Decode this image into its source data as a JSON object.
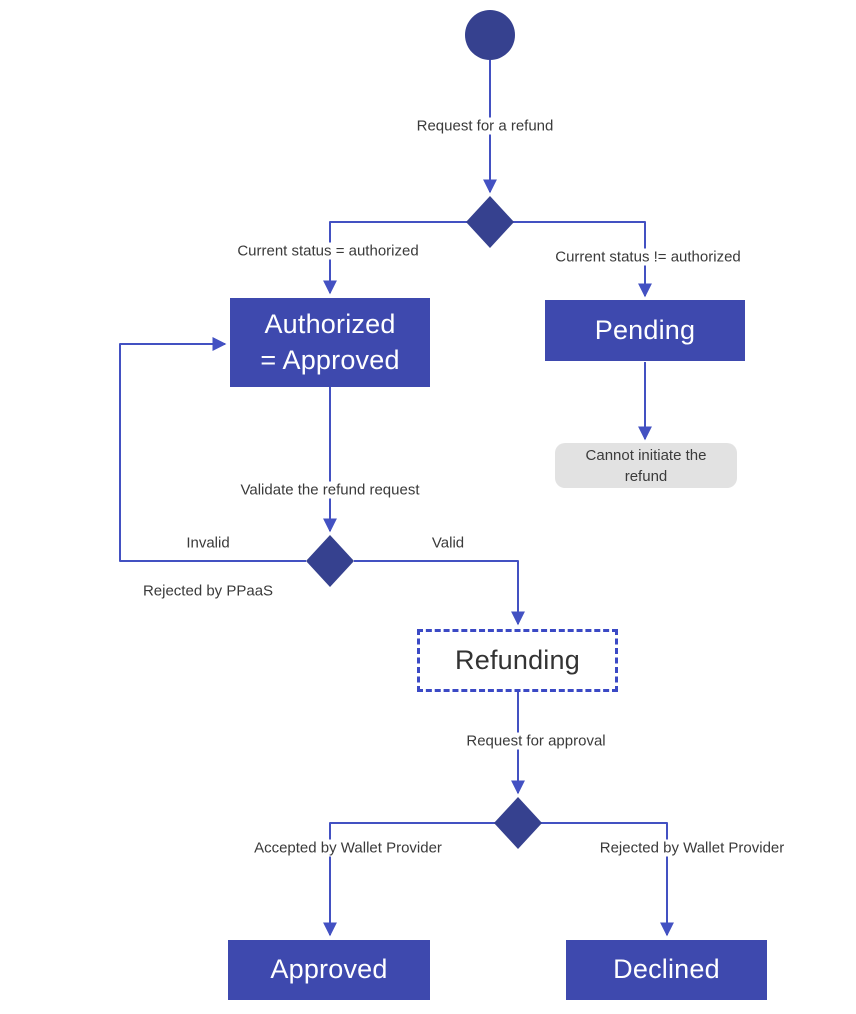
{
  "diagram": {
    "description": "Refund request state flowchart",
    "nodes": {
      "start": {
        "type": "start-circle"
      },
      "authorized": {
        "lines": [
          "Authorized",
          "= Approved"
        ]
      },
      "pending": {
        "label": "Pending"
      },
      "cannot_initiate": {
        "lines": [
          "Cannot initiate the",
          "refund"
        ]
      },
      "refunding": {
        "label": "Refunding"
      },
      "approved": {
        "label": "Approved"
      },
      "declined": {
        "label": "Declined"
      }
    },
    "edge_labels": {
      "request_refund": "Request for a refund",
      "status_eq": "Current status = authorized",
      "status_neq": "Current status != authorized",
      "validate": "Validate the refund request",
      "invalid": "Invalid",
      "valid": "Valid",
      "rejected_ppaas": "Rejected by PPaaS",
      "request_approval": "Request for approval",
      "accepted_wallet": "Accepted by Wallet Provider",
      "rejected_wallet": "Rejected by Wallet Provider"
    },
    "colors": {
      "node_fill": "#36418f",
      "box_fill": "#3e49ae",
      "edge": "#4351c2",
      "dashed_border": "#3b49c5",
      "terminal_bg": "#e2e2e2",
      "terminal_text": "#3b3b3b",
      "label_text": "#3a3a3a",
      "box_text": "#ffffff",
      "background": "#ffffff"
    }
  }
}
